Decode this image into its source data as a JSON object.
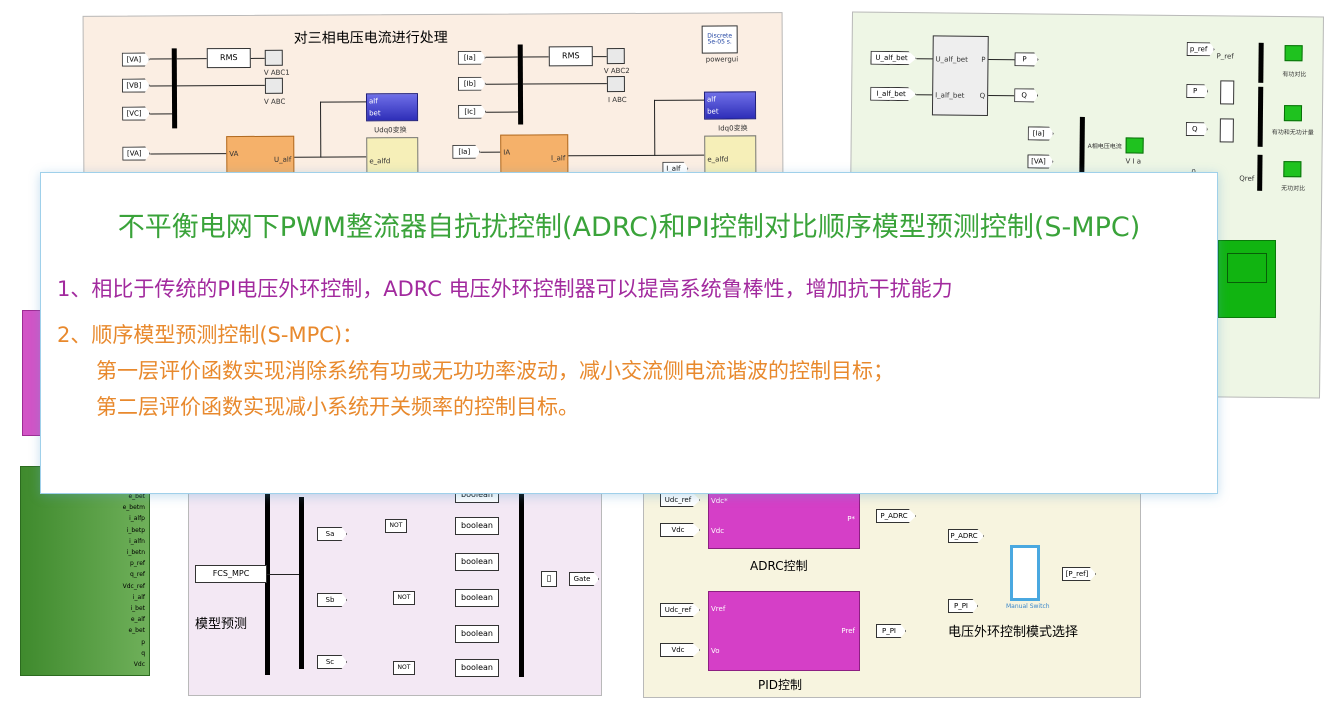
{
  "title": "不平衡电网下PWM整流器自抗扰控制(ADRC)和PI控制对比顺序模型预测控制(S-MPC)",
  "points": {
    "p1": "1、相比于传统的PI电压外环控制，ADRC 电压外环控制器可以提高系统鲁棒性，增加抗干扰能力",
    "p2_head": "2、顺序模型预测控制(S-MPC)：",
    "p2_line1": "第一层评价函数实现消除系统有功或无功功率波动，减小交流侧电流谐波的控制目标；",
    "p2_line2": "第二层评价函数实现减小系统开关频率的控制目标。"
  },
  "top_left": {
    "title": "对三相电压电流进行处理",
    "tags_left": [
      "[VA]",
      "[VB]",
      "[VC]",
      "[VA]"
    ],
    "tags_mid": [
      "[Ia]",
      "[Ib]",
      "[Ic]",
      "[Ia]"
    ],
    "rms1": "RMS",
    "rms2": "RMS",
    "scope1_label": "V ABC1",
    "scope2_label": "V ABC",
    "scope3_label": "V ABC2",
    "scope4_label": "I ABC",
    "udq_label": "Udq0变换",
    "idq_label": "Idq0变换",
    "u_alf": "U_alf",
    "i_alf": "I_alf",
    "e_alfd": "e_alfd",
    "va_port": "VA",
    "ia_port": "IA",
    "powergui_text": "Discrete 5e-05 s.",
    "powergui_label": "powergui",
    "alf": "alf",
    "bet": "bet",
    "i_alf_tag": "I_alf"
  },
  "top_right": {
    "u_tag": "U_alf_bet",
    "i_tag": "I_alf_bet",
    "calc_in1": "U_alf_bet",
    "calc_in2": "I_alf_bet",
    "out_p": "P",
    "out_q": "Q",
    "tag_p": "P",
    "tag_q": "Q",
    "p_ref": "p_ref",
    "p_ref_lbl": "P_ref",
    "p_in": "P",
    "q_in": "Q",
    "ia": "[Ia]",
    "va": "[VA]",
    "vi_label": "V I a",
    "a_label": "A相电压电流",
    "scope_a": "有功对比",
    "scope_b": "有功和无功计量",
    "scope_c": "无功对比",
    "qref": "Qref",
    "zero": "0"
  },
  "bottom_left": {
    "left_signals": [
      "e_bet",
      "e_betm",
      "i_alfp",
      "i_betp",
      "i_alfn",
      "i_betn",
      "p_ref",
      "q_ref",
      "Vdc_ref",
      "i_alf",
      "i_bet",
      "e_alf",
      "e_bet",
      "p",
      "q",
      "Vdc"
    ],
    "fcs": "FCS_MPC",
    "sa": "Sa",
    "sb": "Sb",
    "sc": "Sc",
    "not": "NOT",
    "boolean": "boolean",
    "gate": "Gate",
    "label": "模型预测"
  },
  "bottom_right": {
    "udc_ref": "Udc_ref",
    "vdc": "Vdc",
    "vdc_star": "Vdc*",
    "p_star": "P*",
    "p_adrc": "P_ADRC",
    "adrc_label": "ADRC控制",
    "udc_ref2": "Udc_ref",
    "vdc2": "Vdc",
    "vref": "Vref",
    "vo": "Vo",
    "pref": "Pref",
    "p_pi": "P_PI",
    "pid_label": "PID控制",
    "sw_in1": "P_ADRC",
    "sw_in2": "P_PI",
    "sw_out": "[P_ref]",
    "sw_label": "Manual Switch",
    "mode_label": "电压外环控制模式选择"
  }
}
